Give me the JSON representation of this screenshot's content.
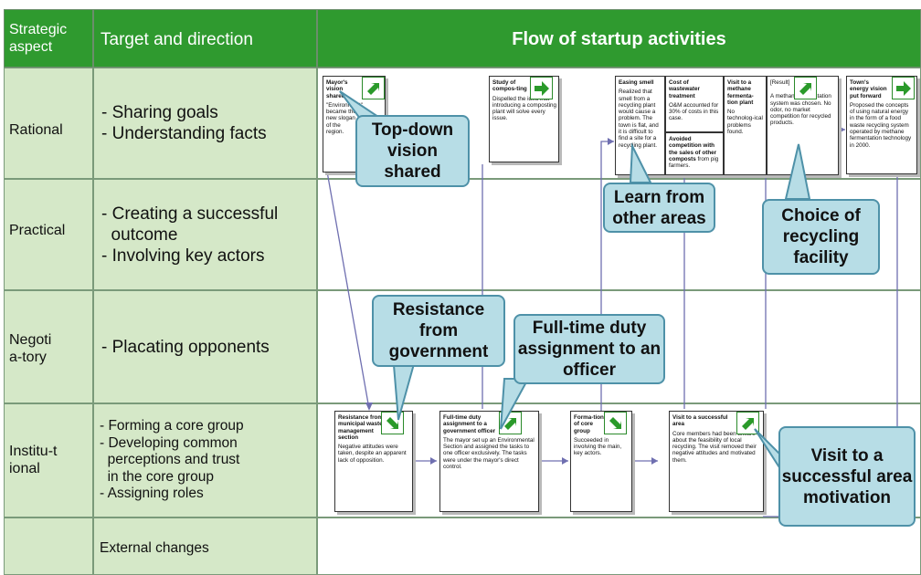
{
  "header": {
    "col1": "Strategic aspect",
    "col2": "Target and direction",
    "col3": "Flow of startup activities"
  },
  "rows": [
    {
      "aspect": "Rational",
      "targets": [
        "- Sharing goals",
        "- Understanding facts"
      ]
    },
    {
      "aspect": "Practical",
      "targets": [
        "- Creating a successful",
        "  outcome",
        "- Involving key actors"
      ]
    },
    {
      "aspect": "Negotia-tory",
      "targets": [
        "- Placating opponents"
      ]
    },
    {
      "aspect": "Institu-tional",
      "targets": [
        "- Forming a core group",
        "- Developing common",
        "  perceptions and trust",
        "  in the core group",
        "- Assigning roles"
      ]
    },
    {
      "aspect": "",
      "targets": [
        "External changes"
      ]
    }
  ],
  "cards": {
    "mayor": {
      "title": "Mayor's vision shared",
      "body": "\"Environment\" became the new slogan of the region."
    },
    "composting": {
      "title": "Study of compos-ting",
      "body": "Dispelled the idea that introducing a composting plant will solve every issue."
    },
    "easing": {
      "title": "Easing smell",
      "body": "Realized that smell from a recycling plant would cause a problem. The town is flat, and it is difficult to find a site for a recycling plant."
    },
    "cost": {
      "title": "Cost of wastewater treatment",
      "body": "O&M accounted for 30% of costs in this case."
    },
    "avoided": {
      "title": "Avoided competition with the sales of other composts",
      "body": "from pig farmers."
    },
    "methane": {
      "title": "Visit to a methane fermenta-tion plant",
      "body": "No technolog-ical problems found."
    },
    "result": {
      "title": "[Result]",
      "body": "A methane fermentation system was chosen. No odor, no market competition for recycled products."
    },
    "energy": {
      "title": "Town's energy vision put forward",
      "body": "Proposed the concepts of using natural energy in the form of a food waste recycling system operated by methane fermentation technology in 2000."
    },
    "resistance": {
      "title": "Resistance from municipal waste management section",
      "body": "Negative attitudes were taken, despite an apparent lack of opposition."
    },
    "fulltime": {
      "title": "Full-time duty assignment to a government officer",
      "body": "The mayor set up an Environmental Section and assigned the tasks to one officer exclusively. The tasks were under the mayor's direct control."
    },
    "formation": {
      "title": "Forma-tion of core group",
      "body": "Succeeded in involving the main, key actors."
    },
    "visit": {
      "title": "Visit to a successful area",
      "body": "Core members had been unsure about the feasibility of local recycling. The visit removed their negative attitudes and motivated them."
    }
  },
  "callouts": {
    "topdown": "Top-down vision shared",
    "learn": "Learn from other areas",
    "choice": "Choice of recycling facility",
    "resistance": "Resistance from government",
    "fulltime": "Full-time duty assignment to an officer",
    "visit": "Visit to a successful area motivation"
  },
  "colors": {
    "header_green": "#2f9a2f",
    "label_green": "#d5e8c8",
    "callout_fill": "#b7dde6",
    "callout_border": "#4e91a8",
    "arrow_green": "#2a9a2a",
    "flow_line": "#6f6fb0"
  },
  "icons": {
    "right_arrow": "green-right-arrow-icon",
    "diagonal_arrow": "green-diagonal-arrow-icon"
  }
}
